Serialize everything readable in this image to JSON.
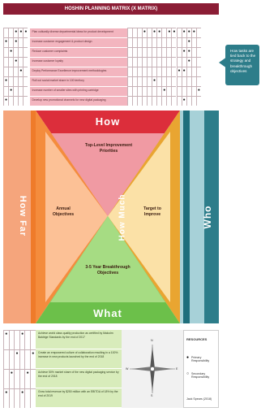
{
  "title": "HOSHIN PLANNING MATRIX (X MATRIX)",
  "callout": "How tasks are tied back to the strategy and breakthrough objectives",
  "top_rows": [
    "Plan culturally diverse departmental ideas for product development",
    "Increase customer engagement & product design",
    "Reduce customer complaints",
    "Increase customer loyalty",
    "Deploy Performance Excellence improvement methodologies",
    "Roll out social market share in 100 territory",
    "Increase number of smaller sites with printing cartridge",
    "Develop new promotional channels for new digital packaging"
  ],
  "top_dots": [
    [
      0,
      0,
      1,
      1,
      1,
      0,
      0,
      0,
      1,
      0,
      1,
      1,
      0,
      1,
      1,
      0,
      1,
      1,
      1,
      0
    ],
    [
      1,
      0,
      1,
      0,
      0,
      0,
      0,
      0,
      0,
      0,
      0,
      0,
      0,
      0,
      0,
      0,
      0,
      1,
      0,
      0
    ],
    [
      0,
      1,
      0,
      0,
      0,
      0,
      0,
      0,
      0,
      0,
      0,
      0,
      0,
      0,
      0,
      0,
      1,
      1,
      0,
      0
    ],
    [
      0,
      0,
      1,
      0,
      0,
      0,
      0,
      0,
      0,
      0,
      0,
      0,
      0,
      0,
      0,
      0,
      0,
      1,
      0,
      0
    ],
    [
      0,
      0,
      0,
      1,
      0,
      0,
      0,
      0,
      0,
      0,
      0,
      0,
      0,
      0,
      0,
      1,
      1,
      0,
      0,
      0
    ],
    [
      1,
      0,
      0,
      0,
      0,
      0,
      0,
      0,
      0,
      0,
      1,
      0,
      0,
      0,
      0,
      0,
      0,
      0,
      0,
      0
    ],
    [
      0,
      1,
      0,
      0,
      0,
      0,
      0,
      0,
      0,
      0,
      0,
      0,
      1,
      0,
      0,
      0,
      0,
      0,
      0,
      1
    ],
    [
      1,
      0,
      0,
      0,
      0,
      0,
      0,
      0,
      0,
      0,
      0,
      0,
      0,
      0,
      0,
      0,
      1,
      0,
      0,
      0
    ]
  ],
  "diagram": {
    "how": "How",
    "how_far": "How Far",
    "how_much": "How Much",
    "what": "What",
    "who": "Who",
    "top_level": "Top-Level Improvement Priorities",
    "annual": "Annual Objectives",
    "target": "Target to Improve",
    "breakthrough": "3-5 Year Breakthrough Objectives"
  },
  "bottom_rows": [
    "Achieve world class quality production as certified by Malcolm Baldrige Standards by the end of 2017",
    "Create an empowered culture of collaboration resulting in a 100% increase in new products launched by the end of 2018",
    "Achieve 50% market share of the new digital packaging service by the end of 2018",
    "Grow total revenue by $250 million with an EBITDA of 18% by the end of 2019"
  ],
  "resources": {
    "title": "RESOURCES",
    "primary": "Primary Responsibility",
    "secondary": "Secondary Responsibility",
    "footer": "Jack Spears (2018)"
  },
  "compass": {
    "n": "N",
    "s": "S",
    "e": "E",
    "w": "W"
  }
}
